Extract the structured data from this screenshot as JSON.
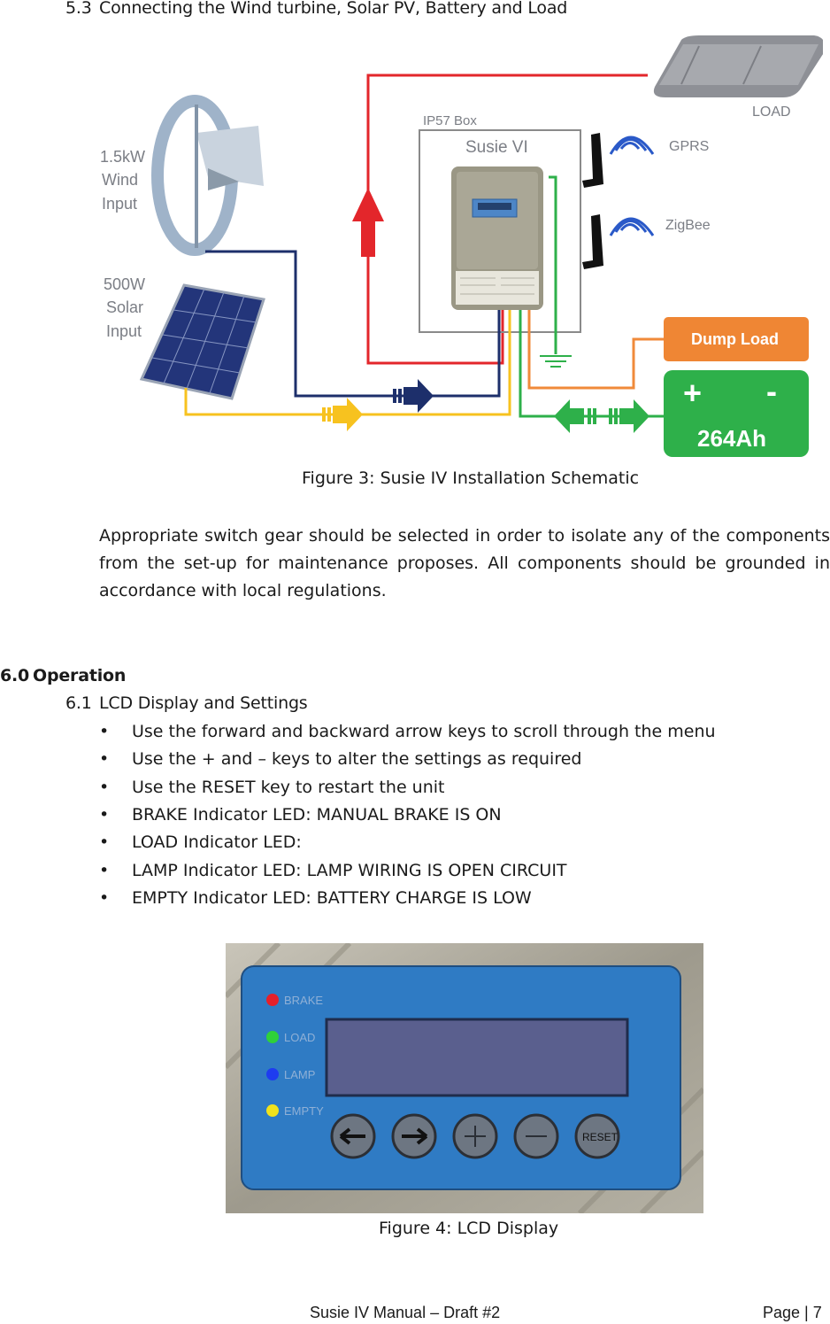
{
  "section_5_3": {
    "number": "5.3",
    "title": "Connecting the Wind turbine, Solar PV, Battery and Load"
  },
  "schematic": {
    "load_label": "LOAD",
    "box_label": "IP57 Box",
    "controller_label": "Susie VI",
    "gprs_label": "GPRS",
    "zigbee_label": "ZigBee",
    "wind_label": [
      "1.5kW",
      "Wind",
      "Input"
    ],
    "solar_label": [
      "500W",
      "Solar",
      "Input"
    ],
    "dump_load_label": "Dump Load",
    "battery_plus": "+",
    "battery_minus": "-",
    "battery_capacity": "264Ah"
  },
  "figure3_caption": "Figure 3: Susie IV Installation Schematic",
  "paragraph": "Appropriate switch gear should be selected in order to isolate any of the components from the set-up for maintenance proposes. All components should be grounded in accordance with local regulations.",
  "section_6_0": {
    "number": "6.0",
    "title": "Operation"
  },
  "section_6_1": {
    "number": "6.1",
    "title": "LCD Display and Settings"
  },
  "bullets": [
    "Use the forward and backward arrow keys to scroll through the menu",
    "Use the + and – keys to alter the settings as required",
    "Use the RESET key to restart the unit",
    "BRAKE Indicator LED: MANUAL BRAKE IS ON",
    "LOAD Indicator LED:",
    "LAMP Indicator LED: LAMP WIRING IS OPEN CIRCUIT",
    "EMPTY Indicator LED: BATTERY CHARGE IS LOW"
  ],
  "lcd_panel": {
    "leds": [
      {
        "label": "BRAKE",
        "color": "#e5202a"
      },
      {
        "label": "LOAD",
        "color": "#2fd13a"
      },
      {
        "label": "LAMP",
        "color": "#1e3cf0"
      },
      {
        "label": "EMPTY",
        "color": "#f1e21b"
      }
    ],
    "reset_label": "RESET"
  },
  "figure4_caption": "Figure 4: LCD Display",
  "footer": {
    "center": "Susie IV Manual – Draft #2",
    "page": "Page | 7"
  },
  "colors": {
    "red_wire": "#e3262b",
    "blue_wire": "#1d2f6b",
    "yellow_wire": "#f7c21f",
    "green_wire": "#2eb04a",
    "orange_wire": "#f08a3a",
    "battery": "#2eb04a",
    "dump_load": "#ef8634",
    "panel_blue": "#2f7bc4"
  }
}
